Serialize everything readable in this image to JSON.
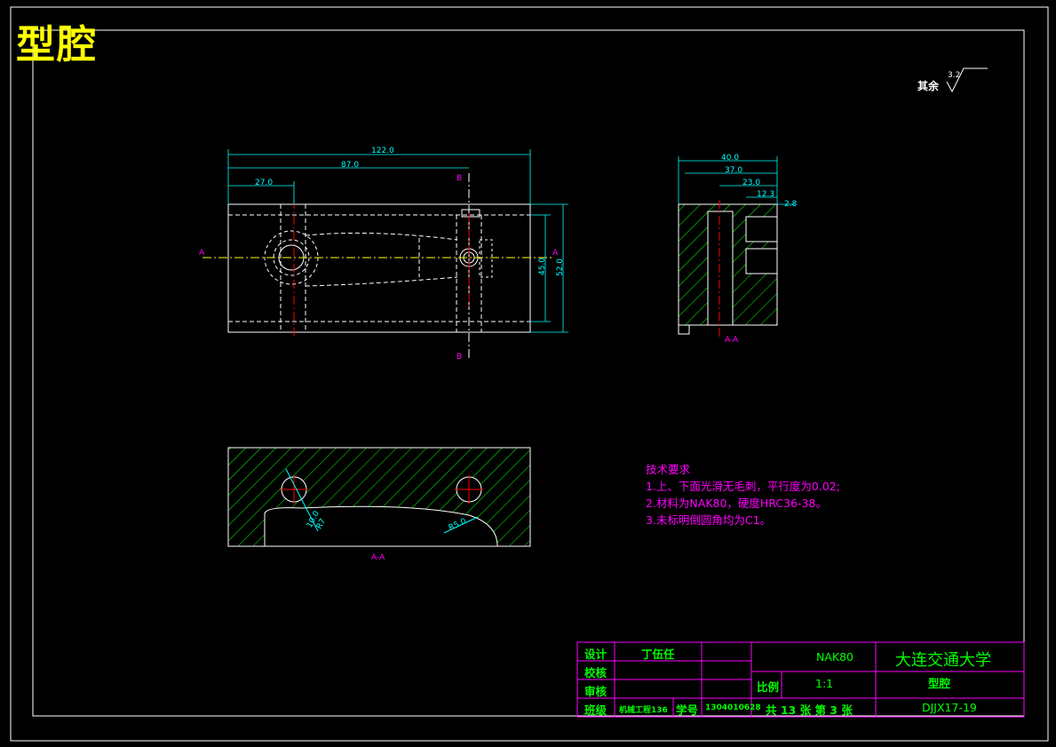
{
  "title": "型腔",
  "roughness": {
    "label": "其余",
    "value": "3.2"
  },
  "tech_requirements": {
    "heading": "技术要求",
    "items": [
      "1.上、下面光滑无毛刺，平行度为0.02;",
      "2.材料为NAK80，硬度HRC36-38。",
      "3.未标明倒圆角均为C1。"
    ]
  },
  "dimensions": {
    "front_width": "122.0",
    "front_hole2": "87.0",
    "front_hole1": "27.0",
    "front_height_inner": "45.0",
    "front_height_outer": "52.0",
    "side_width": "40.0",
    "side_w2": "37.0",
    "side_w3": "23.0",
    "side_w4": "12.3",
    "side_w5": "2.8",
    "sec_label_left": "B",
    "sec_label_right": "B",
    "side_sec_label": "A-A",
    "bottom_label": "A-A",
    "dim_r1": "10.0",
    "dim_r2": "R7",
    "dim_r3": "R5.0",
    "arrow_left": "A",
    "arrow_right": "A"
  },
  "title_block": {
    "design_label": "设计",
    "designer": "丁伍任",
    "check_label": "校核",
    "review_label": "审核",
    "class_label": "班级",
    "class_value": "机械工程136",
    "student_no_label": "学号",
    "student_no": "1304010628",
    "material": "NAK80",
    "school": "大连交通大学",
    "scale_label": "比例",
    "scale": "1:1",
    "part_name": "型腔",
    "sheets": "共 13 张 第 3 张",
    "drawing_no": "DJJX17-19"
  }
}
